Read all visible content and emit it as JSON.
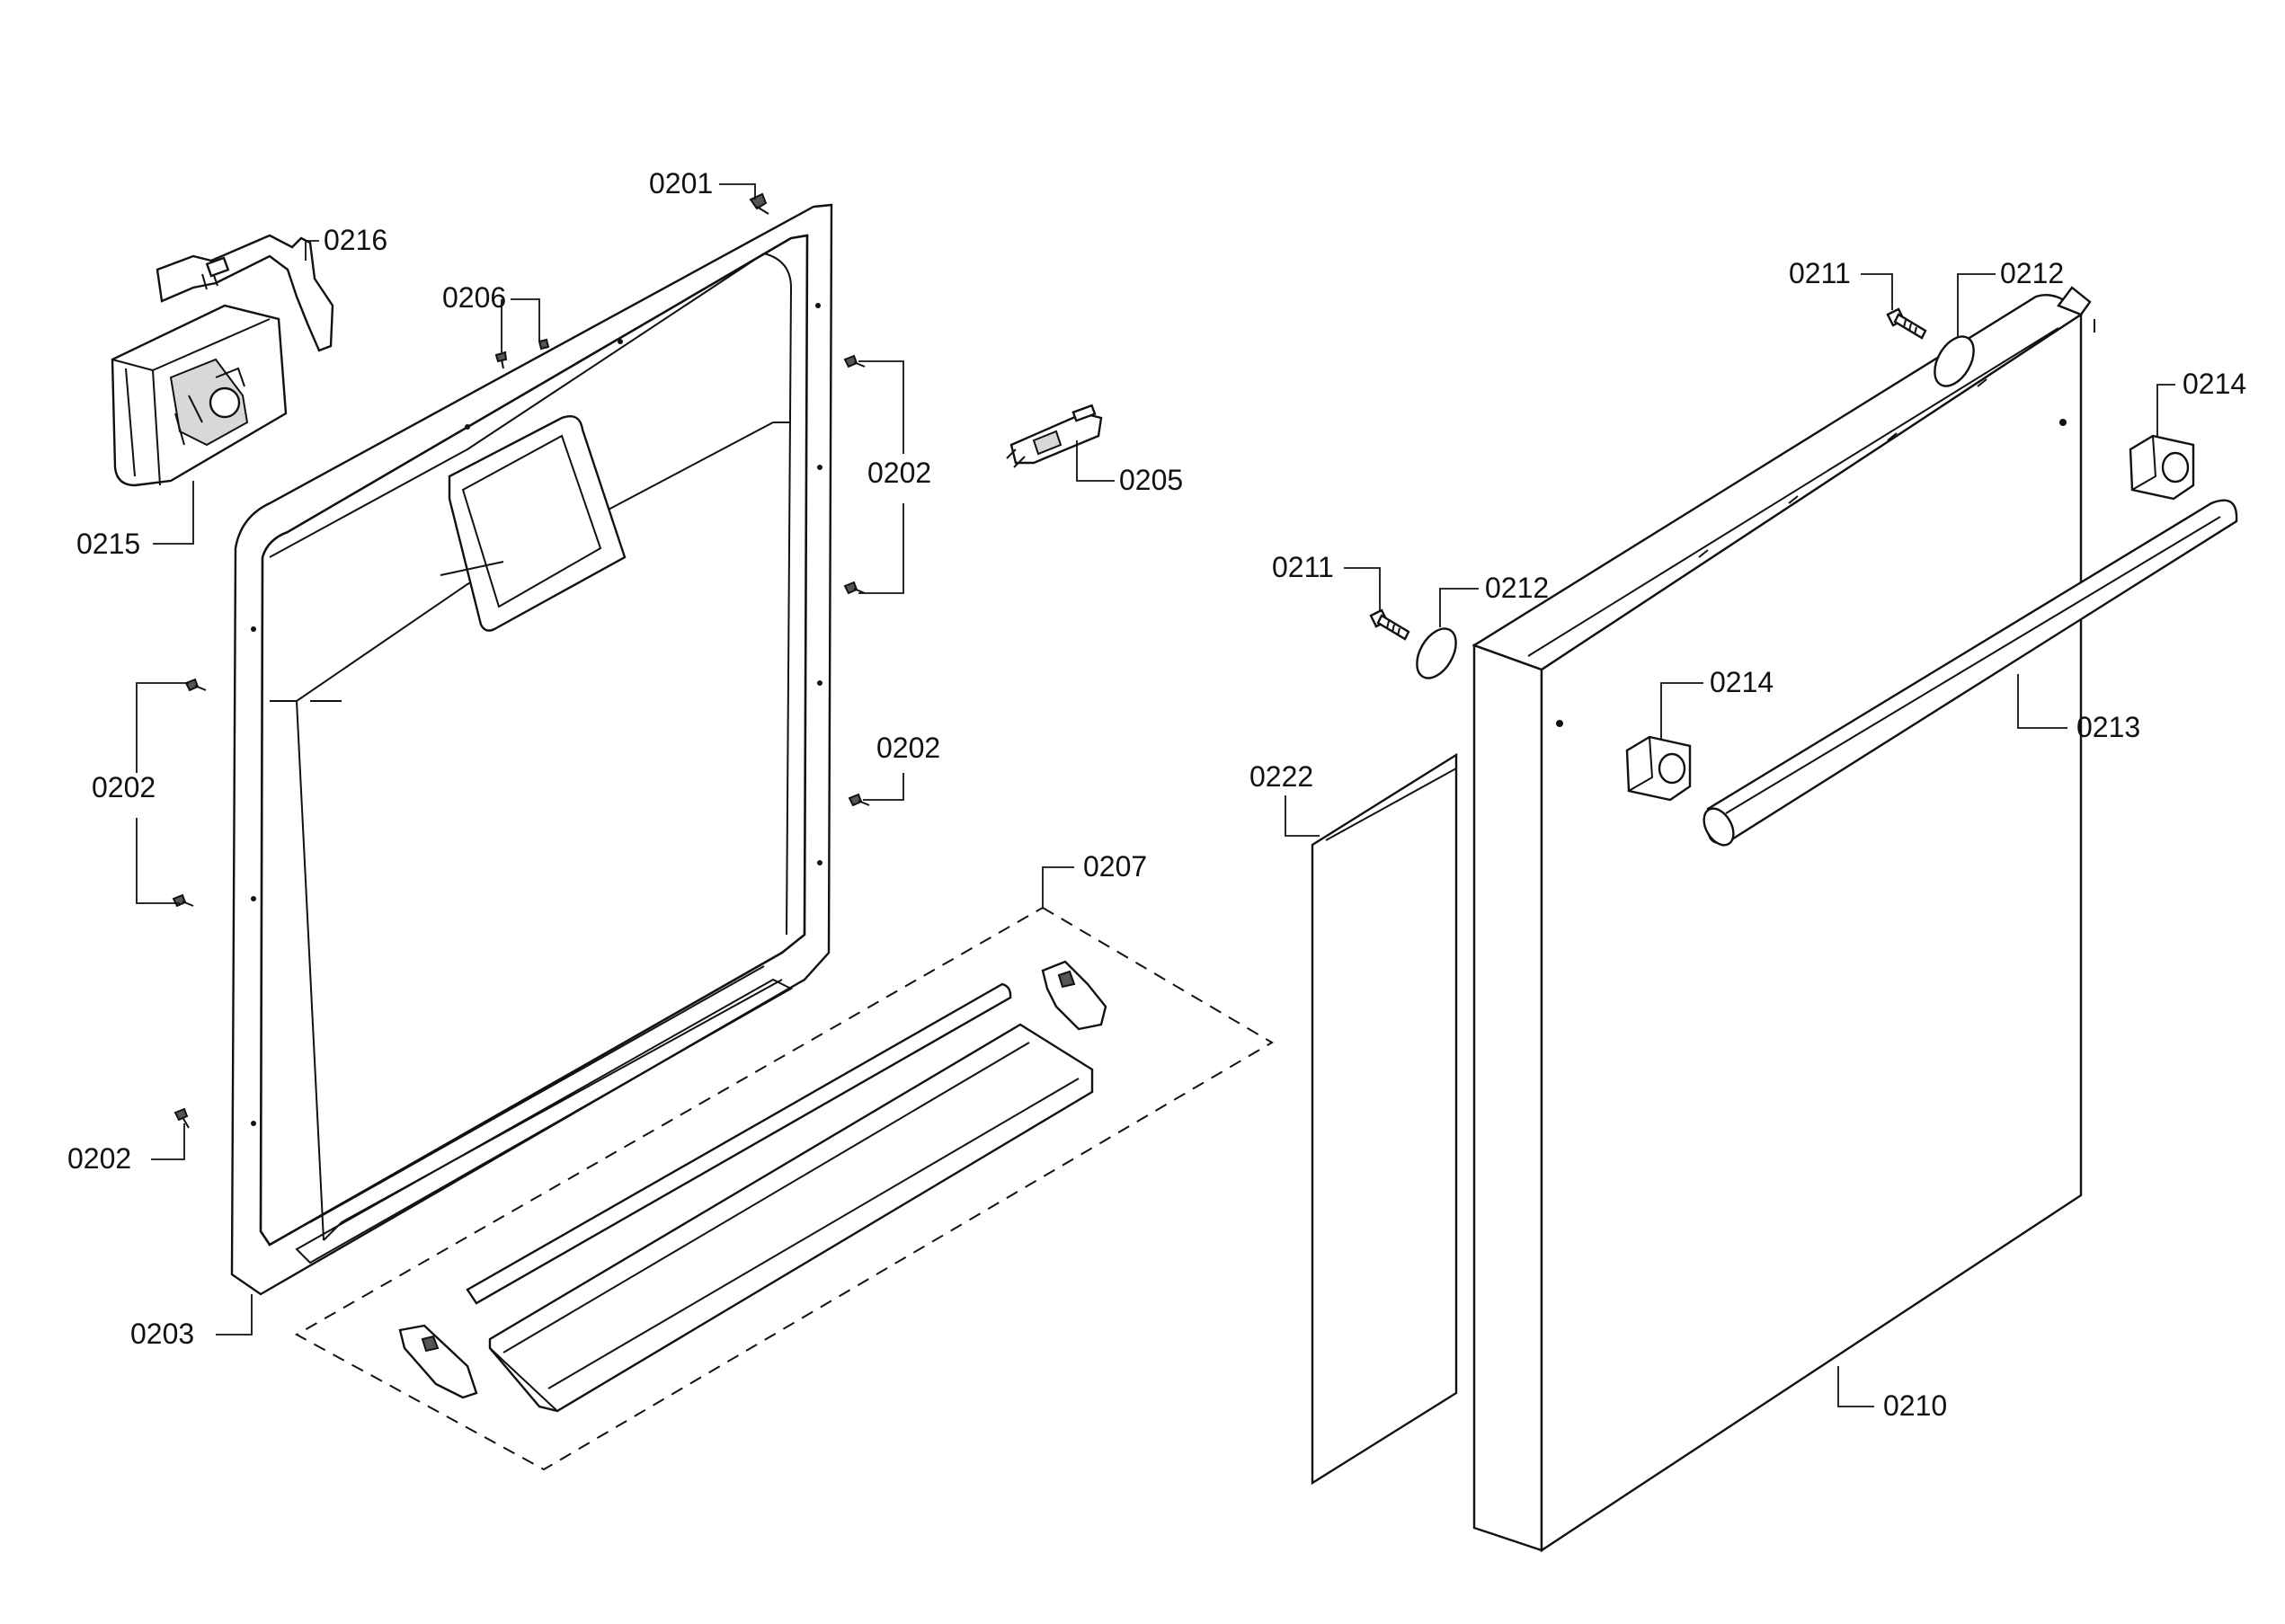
{
  "diagram": {
    "labels": {
      "l0201": "0201",
      "l0216": "0216",
      "l0206": "0206",
      "l0202a": "0202",
      "l0205": "0205",
      "l0215": "0215",
      "l0202b": "0202",
      "l0202c": "0202",
      "l0207": "0207",
      "l0202d": "0202",
      "l0203": "0203",
      "l0211a": "0211",
      "l0212a": "0212",
      "l0214a": "0214",
      "l0211b": "0211",
      "l0212b": "0212",
      "l0214b": "0214",
      "l0213": "0213",
      "l0222": "0222",
      "l0210": "0210"
    }
  }
}
